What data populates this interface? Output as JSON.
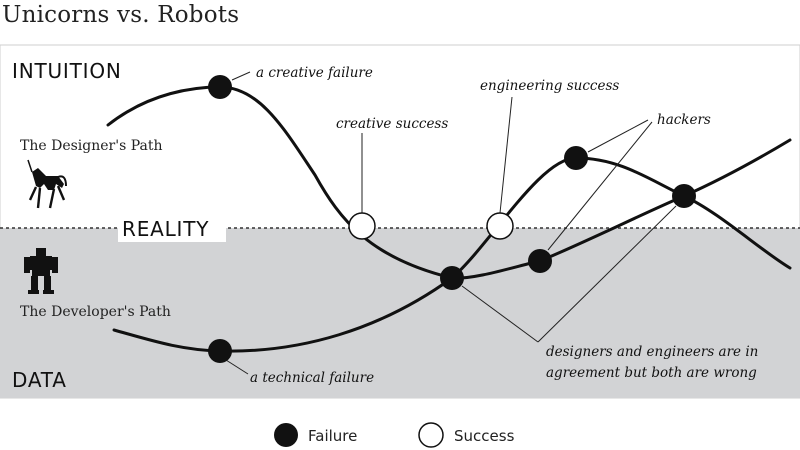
{
  "title": "Unicorns vs. Robots",
  "zones": {
    "top": "INTUITION",
    "middle": "REALITY",
    "bottom": "DATA"
  },
  "paths": {
    "designer": "The Designer's Path",
    "developer": "The Developer's Path"
  },
  "icons": {
    "designer": "unicorn-icon",
    "developer": "robot-icon"
  },
  "annotations": {
    "creative_failure": "a creative failure",
    "creative_success": "creative success",
    "engineering_success": "engineering success",
    "hackers": "hackers",
    "technical_failure": "a technical failure",
    "wrong_line1": "designers and engineers are in",
    "wrong_line2": "agreement but both are wrong"
  },
  "legend": {
    "failure": "Failure",
    "success": "Success"
  },
  "colors": {
    "background": "#ffffff",
    "data_band": "#d2d3d5",
    "ink": "#111111"
  }
}
